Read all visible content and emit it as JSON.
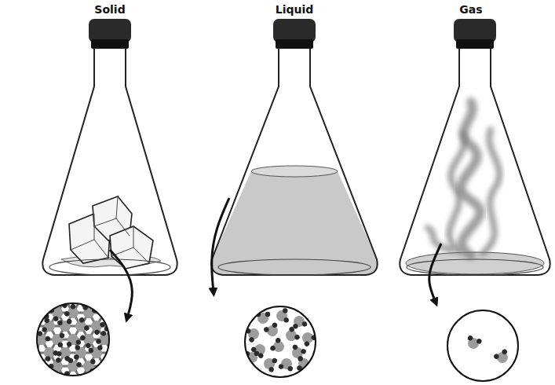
{
  "diagram": {
    "labels": [
      "Solid",
      "Liquid",
      "Gas"
    ]
  }
}
